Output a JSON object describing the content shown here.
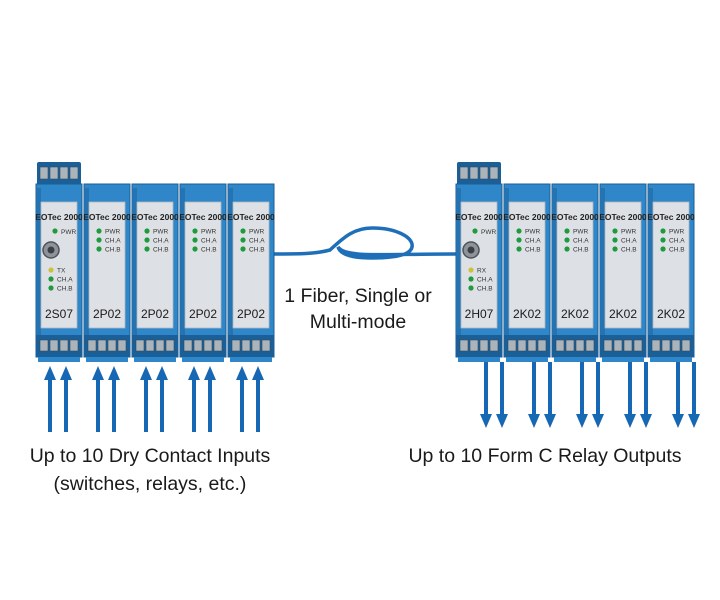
{
  "brand": "EOTec 2000",
  "colors": {
    "module_blue": "#2f86c8",
    "module_blue_dark": "#1b5f98",
    "panel_grey": "#dde1e5",
    "led_green": "#1f9a3c",
    "led_yellow": "#c9c23a",
    "arrow_blue": "#1668b5",
    "fiber_blue": "#1f6fb8"
  },
  "left_assembly": {
    "modules": [
      {
        "model": "2S07",
        "has_connector": true,
        "leds": [
          "TX",
          "CH.A",
          "CH.B"
        ],
        "top_led": "PWR"
      },
      {
        "model": "2P02",
        "has_connector": false,
        "leds": [
          "PWR",
          "CH.A",
          "CH.B"
        ]
      },
      {
        "model": "2P02",
        "has_connector": false,
        "leds": [
          "PWR",
          "CH.A",
          "CH.B"
        ]
      },
      {
        "model": "2P02",
        "has_connector": false,
        "leds": [
          "PWR",
          "CH.A",
          "CH.B"
        ]
      },
      {
        "model": "2P02",
        "has_connector": false,
        "leds": [
          "PWR",
          "CH.A",
          "CH.B"
        ]
      }
    ],
    "arrow_direction": "up",
    "caption": [
      "Up to 10 Dry Contact Inputs",
      "(switches, relays, etc.)"
    ]
  },
  "right_assembly": {
    "modules": [
      {
        "model": "2H07",
        "has_connector": true,
        "leds": [
          "RX",
          "CH.A",
          "CH.B"
        ],
        "top_led": "PWR"
      },
      {
        "model": "2K02",
        "has_connector": false,
        "leds": [
          "PWR",
          "CH.A",
          "CH.B"
        ]
      },
      {
        "model": "2K02",
        "has_connector": false,
        "leds": [
          "PWR",
          "CH.A",
          "CH.B"
        ]
      },
      {
        "model": "2K02",
        "has_connector": false,
        "leds": [
          "PWR",
          "CH.A",
          "CH.B"
        ]
      },
      {
        "model": "2K02",
        "has_connector": false,
        "leds": [
          "PWR",
          "CH.A",
          "CH.B"
        ]
      }
    ],
    "arrow_direction": "down",
    "caption": [
      "Up to 10 Form C Relay Outputs"
    ]
  },
  "fiber_label": [
    "1 Fiber, Single or",
    "Multi-mode"
  ]
}
